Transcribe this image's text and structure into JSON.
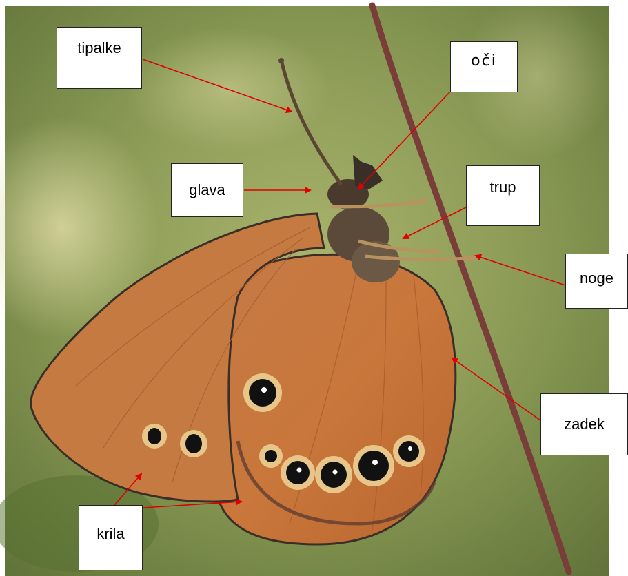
{
  "labels": {
    "antennae": "tipalke",
    "eyes": "oči",
    "head": "glava",
    "thorax": "trup",
    "legs": "noge",
    "abdomen": "zadek",
    "wings": "krila"
  },
  "colors": {
    "arrow": "#e00000",
    "background_green": "#8a9a55",
    "wing_orange": "#c8763a",
    "stem": "#7a3e3a"
  }
}
